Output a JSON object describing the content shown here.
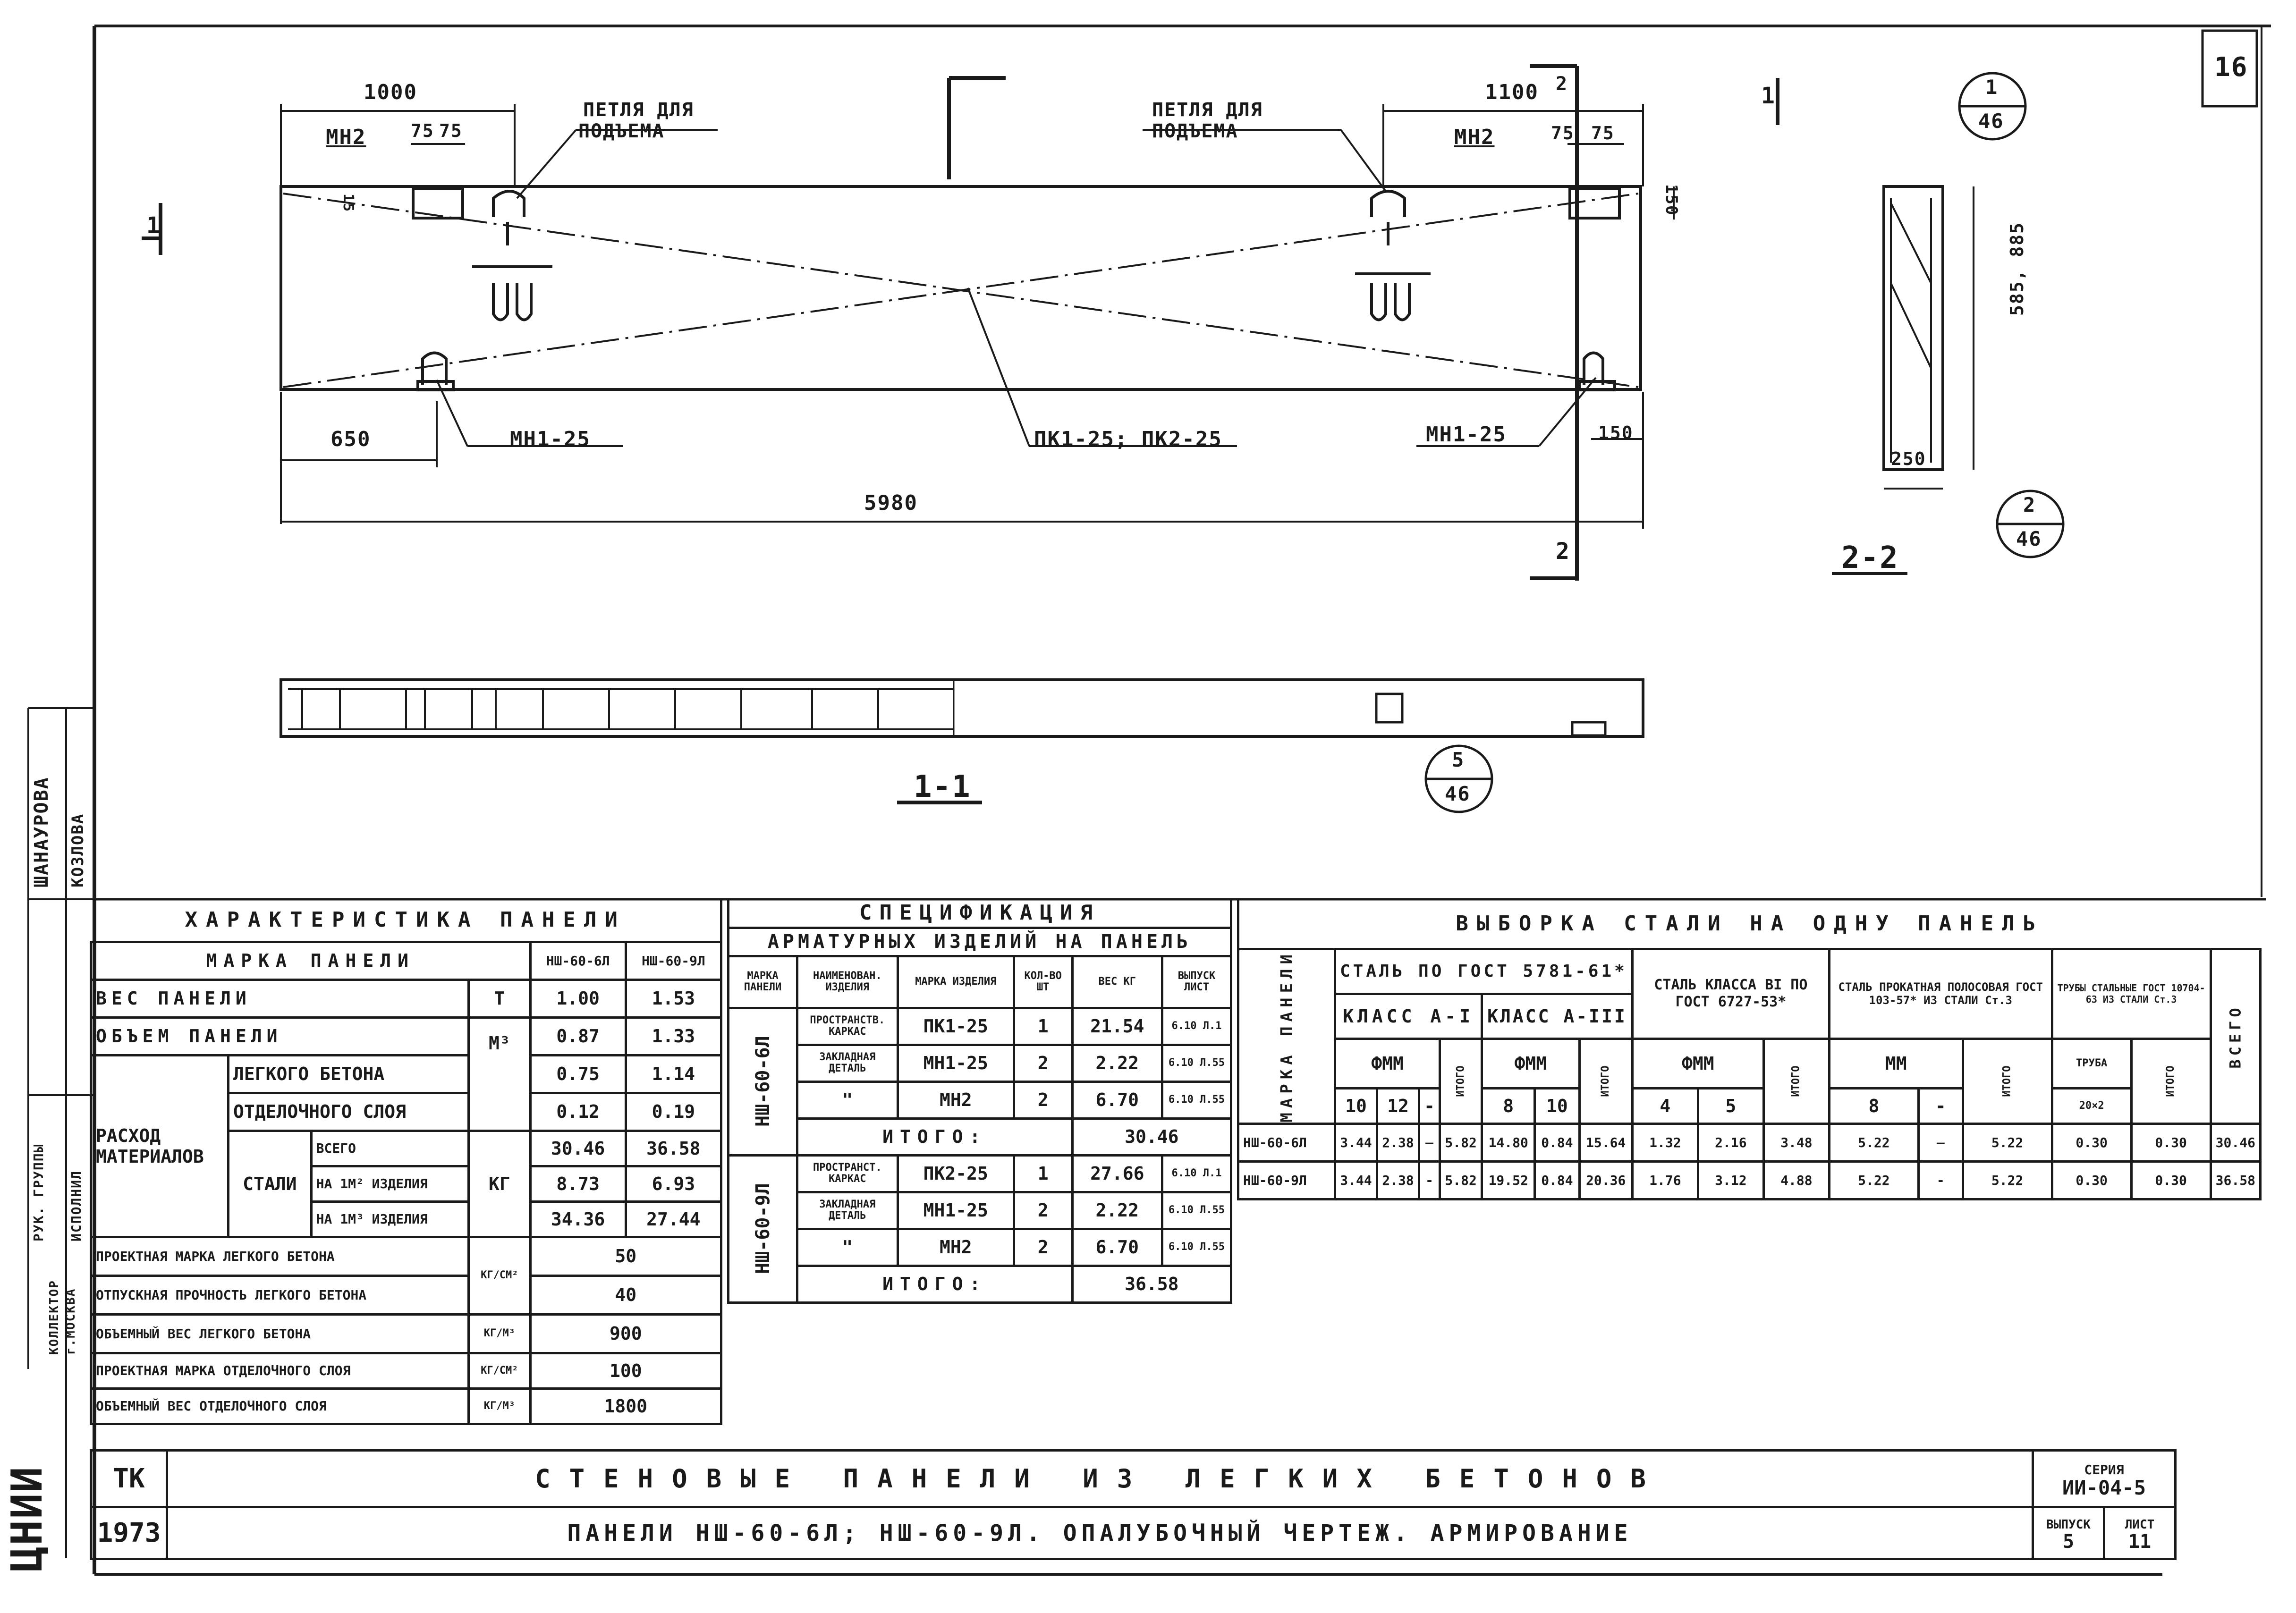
{
  "sheet": {
    "page_number": "16",
    "series_label": "СЕРИЯ",
    "series_value": "ИИ-04-5",
    "issue_label": "ВЫПУСК",
    "issue_value": "5",
    "sheet_label": "ЛИСТ",
    "sheet_value": "11",
    "tk": "ТК",
    "year": "1973",
    "title": "СТЕНОВЫЕ ПАНЕЛИ ИЗ ЛЕГКИХ БЕТОНОВ",
    "subtitle": "ПАНЕЛИ НШ-60-6Л; НШ-60-9Л. ОПАЛУБОЧНЫЙ ЧЕРТЕЖ. АРМИРОВАНИЕ",
    "org": "ЦНИИ",
    "side_names": [
      "ШАНАУРОВА",
      "КОЗЛОВА"
    ],
    "side_roles": [
      "РУК. ГРУППЫ",
      "ИСПОЛНИЛ"
    ],
    "side_city": [
      "КОЛЛЕКТОР",
      "г.МОСКВА"
    ]
  },
  "drawing": {
    "dims": {
      "d1000": "1000",
      "d75a": "75",
      "d75b": "75",
      "d1100": "1100",
      "d75c": "75",
      "d75d": "75",
      "d650": "650",
      "d5980": "5980",
      "d150a": "150",
      "d150b": "150",
      "d15": "15",
      "d250": "250",
      "d585": "585, 885"
    },
    "labels": {
      "loop_left": "ПЕТЛЯ ДЛЯ",
      "loop_left2": "ПОДЪЕМА",
      "loop_right": "ПЕТЛЯ ДЛЯ",
      "loop_right2": "ПОДЪЕМА",
      "mn2_left": "МН2",
      "mn2_right": "МН2",
      "mn1_left": "МН1-25",
      "mn1_right": "МН1-25",
      "pk": "ПК1-25; ПК2-25",
      "sec_1": "1",
      "sec_1b": "1",
      "sec_2": "2",
      "sec_2b": "2",
      "sec_11": "1-1",
      "sec_22": "2-2"
    },
    "callouts": [
      {
        "top": "1",
        "bottom": "46"
      },
      {
        "top": "2",
        "bottom": "46"
      },
      {
        "top": "5",
        "bottom": "46"
      }
    ]
  },
  "characteristics": {
    "title": "ХАРАКТЕРИСТИКА ПАНЕЛИ",
    "mark_label": "МАРКА ПАНЕЛИ",
    "col_a": "НШ-60-6Л",
    "col_b": "НШ-60-9Л",
    "rows": [
      {
        "name": "ВЕС ПАНЕЛИ",
        "unit": "Т",
        "a": "1.00",
        "b": "1.53"
      },
      {
        "name": "ОБЪЕМ ПАНЕЛИ",
        "unit": "М³",
        "a": "0.87",
        "b": "1.33"
      }
    ],
    "consumption_label": "РАСХОД МАТЕРИАЛОВ",
    "light_concrete": {
      "name": "ЛЕГКОГО БЕТОНА",
      "a": "0.75",
      "b": "1.14"
    },
    "finish_layer": {
      "name": "ОТДЕЛОЧНОГО СЛОЯ",
      "a": "0.12",
      "b": "0.19"
    },
    "steel_label": "СТАЛИ",
    "steel_unit": "КГ",
    "steel_rows": [
      {
        "name": "ВСЕГО",
        "a": "30.46",
        "b": "36.58"
      },
      {
        "name": "НА 1М² ИЗДЕЛИЯ",
        "a": "8.73",
        "b": "6.93"
      },
      {
        "name": "НА 1М³ ИЗДЕЛИЯ",
        "a": "34.36",
        "b": "27.44"
      }
    ],
    "props": [
      {
        "name": "ПРОЕКТНАЯ МАРКА ЛЕГКОГО БЕТОНА",
        "unit": "КГ/СМ²",
        "value": "50"
      },
      {
        "name": "ОТПУСКНАЯ ПРОЧНОСТЬ ЛЕГКОГО БЕТОНА",
        "unit": "",
        "value": "40"
      },
      {
        "name": "ОБЪЕМНЫЙ ВЕС ЛЕГКОГО БЕТОНА",
        "unit": "КГ/М³",
        "value": "900"
      },
      {
        "name": "ПРОЕКТНАЯ МАРКА ОТДЕЛОЧНОГО СЛОЯ",
        "unit": "КГ/СМ²",
        "value": "100"
      },
      {
        "name": "ОБЪЕМНЫЙ ВЕС ОТДЕЛОЧНОГО СЛОЯ",
        "unit": "КГ/М³",
        "value": "1800"
      }
    ]
  },
  "specification": {
    "title1": "СПЕЦИФИКАЦИЯ",
    "title2": "АРМАТУРНЫХ ИЗДЕЛИЙ НА ПАНЕЛЬ",
    "headers": [
      "МАРКА ПАНЕЛИ",
      "НАИМЕНОВАН. ИЗДЕЛИЯ",
      "МАРКА ИЗДЕЛИЯ",
      "КОЛ-ВО ШТ",
      "ВЕС КГ",
      "ВЫПУСК ЛИСТ"
    ],
    "groups": [
      {
        "panel": "НШ-60-6Л",
        "rows": [
          {
            "name": "ПРОСТРАНСТВ. КАРКАС",
            "mark": "ПК1-25",
            "qty": "1",
            "weight": "21.54",
            "ref": "6.10 Л.1"
          },
          {
            "name": "ЗАКЛАДНАЯ ДЕТАЛЬ",
            "mark": "МН1-25",
            "qty": "2",
            "weight": "2.22",
            "ref": "6.10 Л.55"
          },
          {
            "name": "\"",
            "mark": "МН2",
            "qty": "2",
            "weight": "6.70",
            "ref": "6.10 Л.55"
          }
        ],
        "total_label": "ИТОГО:",
        "total": "30.46"
      },
      {
        "panel": "НШ-60-9Л",
        "rows": [
          {
            "name": "ПРОСТРАНСТ. КАРКАС",
            "mark": "ПК2-25",
            "qty": "1",
            "weight": "27.66",
            "ref": "6.10 Л.1"
          },
          {
            "name": "ЗАКЛАДНАЯ ДЕТАЛЬ",
            "mark": "МН1-25",
            "qty": "2",
            "weight": "2.22",
            "ref": "6.10 Л.55"
          },
          {
            "name": "\"",
            "mark": "МН2",
            "qty": "2",
            "weight": "6.70",
            "ref": "6.10 Л.55"
          }
        ],
        "total_label": "ИТОГО:",
        "total": "36.58"
      }
    ]
  },
  "steel_selection": {
    "title": "ВЫБОРКА СТАЛИ НА ОДНУ ПАНЕЛЬ",
    "mark_header": "МАРКА ПАНЕЛИ",
    "group_gost": "СТАЛЬ ПО ГОСТ 5781-61*",
    "class_a1": "КЛАСС А-I",
    "class_a3": "КЛАСС А-III",
    "group_b1": "СТАЛЬ КЛАССА BI ПО ГОСТ 6727-53*",
    "group_strip": "СТАЛЬ ПРОКАТНАЯ ПОЛОСОВАЯ ГОСТ 103-57* ИЗ СТАЛИ Ст.3",
    "group_pipe": "ТРУБЫ СТАЛЬНЫЕ ГОСТ 10704-63 ИЗ СТАЛИ Ст.3",
    "phi_mm": "ФММ",
    "mm": "ММ",
    "total_word": "ИТОГО",
    "grand_total": "ВСЕГО",
    "pipe_word": "ТРУБА",
    "sub": [
      "10",
      "12",
      "-",
      "8",
      "10",
      "4",
      "5",
      "8",
      "-",
      "20×2"
    ],
    "rows": [
      {
        "mark": "НШ-60-6Л",
        "v": [
          "3.44",
          "2.38",
          "—",
          "5.82",
          "14.80",
          "0.84",
          "15.64",
          "1.32",
          "2.16",
          "3.48",
          "5.22",
          "—",
          "5.22",
          "0.30",
          "0.30",
          "30.46"
        ]
      },
      {
        "mark": "НШ-60-9Л",
        "v": [
          "3.44",
          "2.38",
          "-",
          "5.82",
          "19.52",
          "0.84",
          "20.36",
          "1.76",
          "3.12",
          "4.88",
          "5.22",
          "-",
          "5.22",
          "0.30",
          "0.30",
          "36.58"
        ]
      }
    ]
  }
}
